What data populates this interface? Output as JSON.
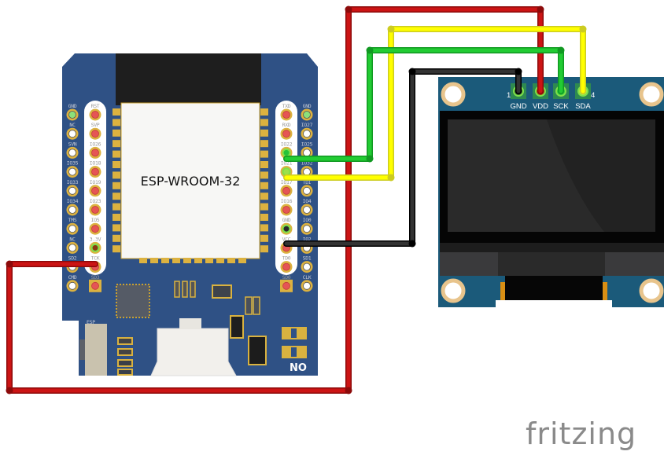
{
  "diagram": {
    "type": "fritzing-breadboard-view",
    "logo_text": "fritzing",
    "colors": {
      "wire_red": "#cc1414",
      "wire_yellow": "#ffff00",
      "wire_green": "#22cc33",
      "wire_black": "#1a1a1a",
      "pcb_blue": "#2f5185",
      "oled_pcb": "#1b5a7a",
      "pad_gold": "#dcb240",
      "pin_red": "#e55555",
      "pin_connected": "#7ee04a"
    },
    "esp32_board": {
      "module_label": "ESP-WROOM-32",
      "jumper_label": "NO",
      "left_outer_pins": [
        "GND",
        "NC",
        "SVN",
        "IO35",
        "IO33",
        "IO34",
        "TMS",
        "NC",
        "SD2",
        "CMD"
      ],
      "left_inner_pins": [
        "RST",
        "SVP",
        "IO26",
        "IO18",
        "IO19",
        "IO23",
        "IO5",
        "3.3V",
        "TCK",
        "SD3"
      ],
      "right_inner_pins": [
        "TXD",
        "RXD",
        "IO22",
        "IO21",
        "IO17",
        "IO16",
        "GND",
        "VCC",
        "TD0",
        "SD0"
      ],
      "right_outer_pins": [
        "GND",
        "IO27",
        "IO25",
        "IO32",
        "TDI",
        "IO4",
        "IO0",
        "IO2",
        "SD1",
        "CLK"
      ]
    },
    "oled_display": {
      "pin_index_first": "1",
      "pin_index_last": "4",
      "pins": [
        "GND",
        "VDD",
        "SCK",
        "SDA"
      ]
    },
    "connections": [
      {
        "from": "ESP32 3.3V",
        "to": "OLED VDD",
        "color": "red"
      },
      {
        "from": "ESP32 IO22",
        "to": "OLED SCK",
        "color": "green"
      },
      {
        "from": "ESP32 IO21",
        "to": "OLED SDA",
        "color": "yellow"
      },
      {
        "from": "ESP32 GND",
        "to": "OLED GND",
        "color": "black"
      }
    ]
  }
}
